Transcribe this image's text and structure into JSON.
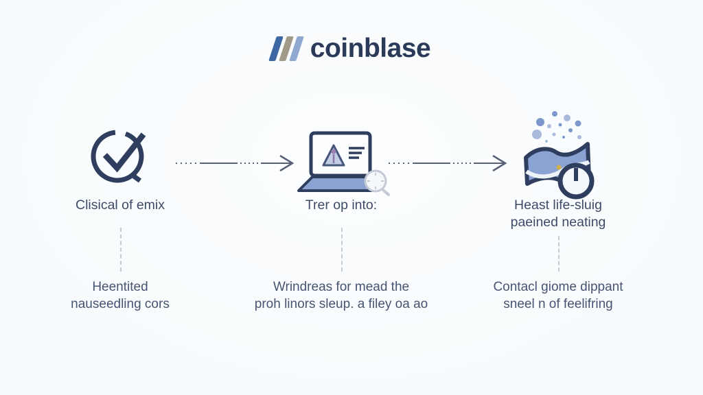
{
  "logo": {
    "text": "coinblase"
  },
  "steps": [
    {
      "icon": "check-circle-icon",
      "title1": "Clisical of emix",
      "title2": "",
      "desc1": "Heentited",
      "desc2": "nauseedling cors"
    },
    {
      "icon": "laptop-search-icon",
      "title1": "Trer op into:",
      "title2": "",
      "desc1": "Wrindreas for mead the",
      "desc2": "proh linors sleup. a filey oa ao"
    },
    {
      "icon": "wallet-clock-icon",
      "title1": "Heast life-sluig",
      "title2": "paeined neating",
      "desc1": "Contacl giome dippant",
      "desc2": "sneel n of feelifring"
    }
  ],
  "colors": {
    "page_bg": "#f7fbfd",
    "logo_text": "#2b3a58",
    "slash_1": "#3e68a4",
    "slash_2": "#a29a89",
    "slash_3": "#91a8d0",
    "icon_stroke": "#2f3e5e",
    "icon_blue": "#8aa3d2",
    "icon_blue_light": "#c3cde4",
    "dot_blue": "#7b97cb",
    "dot_blue_light": "#a9badc",
    "title_text": "#3e4b66",
    "body_text": "#475471",
    "arrow": "#566077",
    "dash": "#c6ccd5",
    "gold": "#d4af4e",
    "magnifier": "#c3cad6"
  }
}
